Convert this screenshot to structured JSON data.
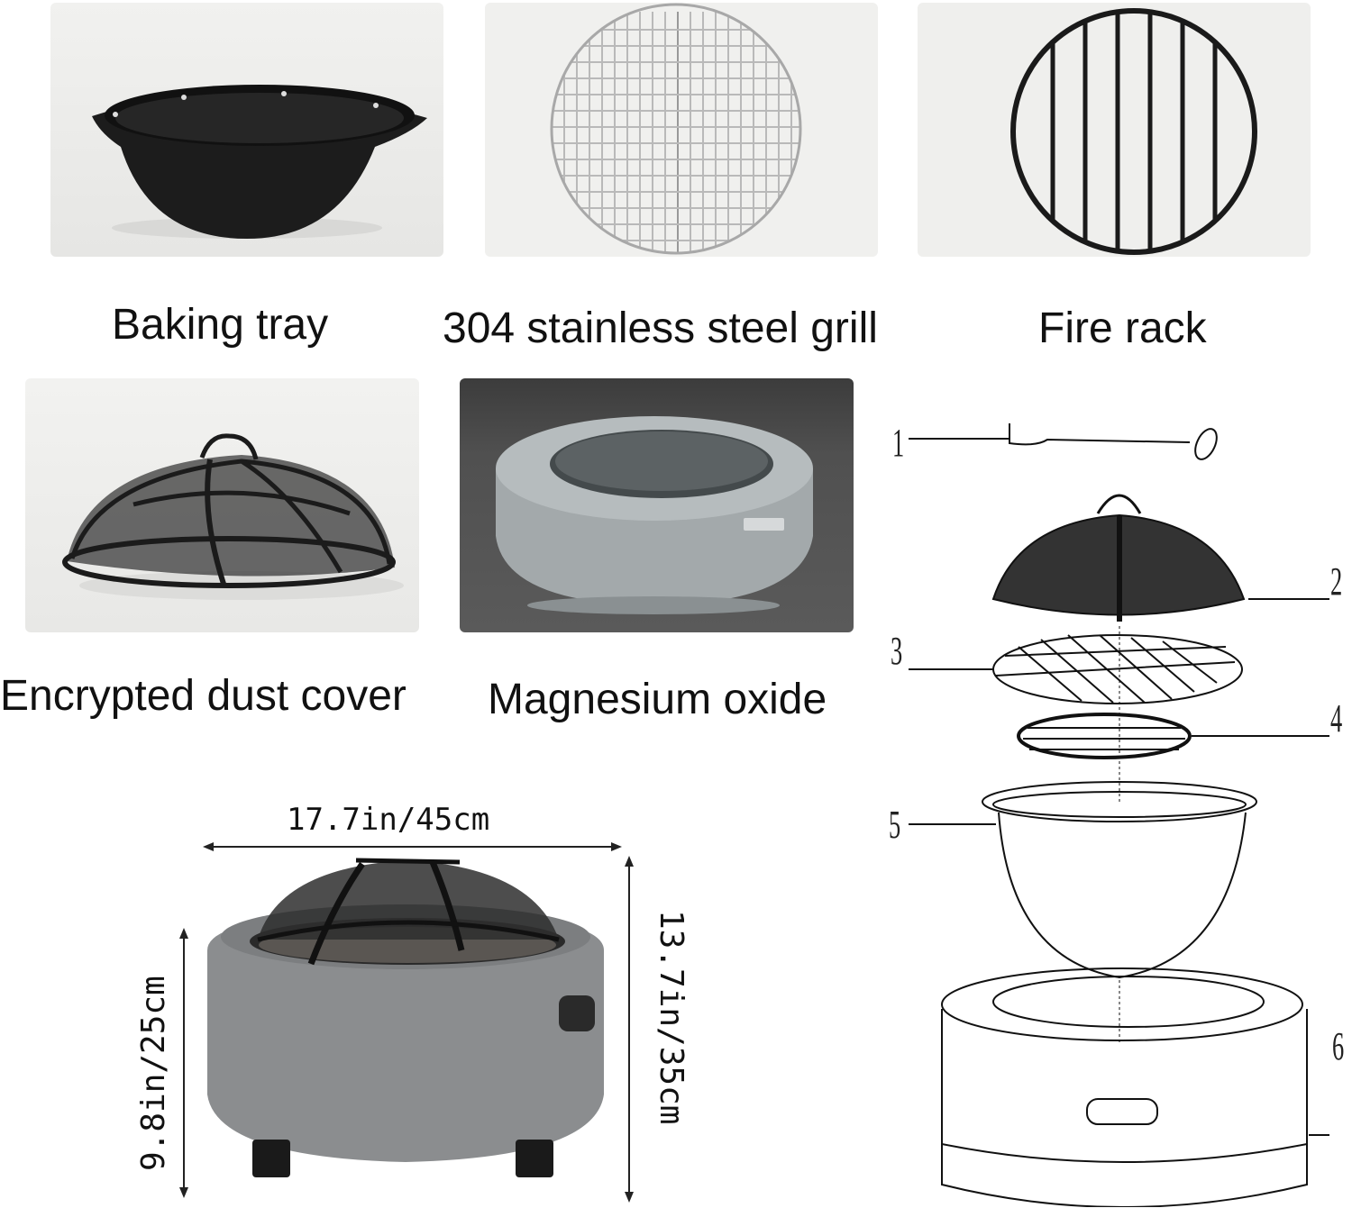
{
  "components": [
    {
      "id": "baking-tray",
      "label": "Baking tray"
    },
    {
      "id": "grill",
      "label": "304 stainless steel grill"
    },
    {
      "id": "fire-rack",
      "label": "Fire rack"
    },
    {
      "id": "dust-cover",
      "label": "Encrypted dust cover"
    },
    {
      "id": "magnesium-oxide",
      "label": "Magnesium oxide"
    }
  ],
  "dimensions": {
    "width": "17.7in/45cm",
    "body_height": "9.8in/25cm",
    "total_height": "13.7in/35cm"
  },
  "exploded_diagram": {
    "callouts": [
      "1",
      "2",
      "3",
      "4",
      "5",
      "6"
    ]
  },
  "colors": {
    "photo_bg": "#eeeeec",
    "dark_photo_bg": "#4a4a4a",
    "bowl_black": "#1c1c1c",
    "mgo_gray": "#8e9294",
    "mgo_light": "#b4b9ba"
  }
}
